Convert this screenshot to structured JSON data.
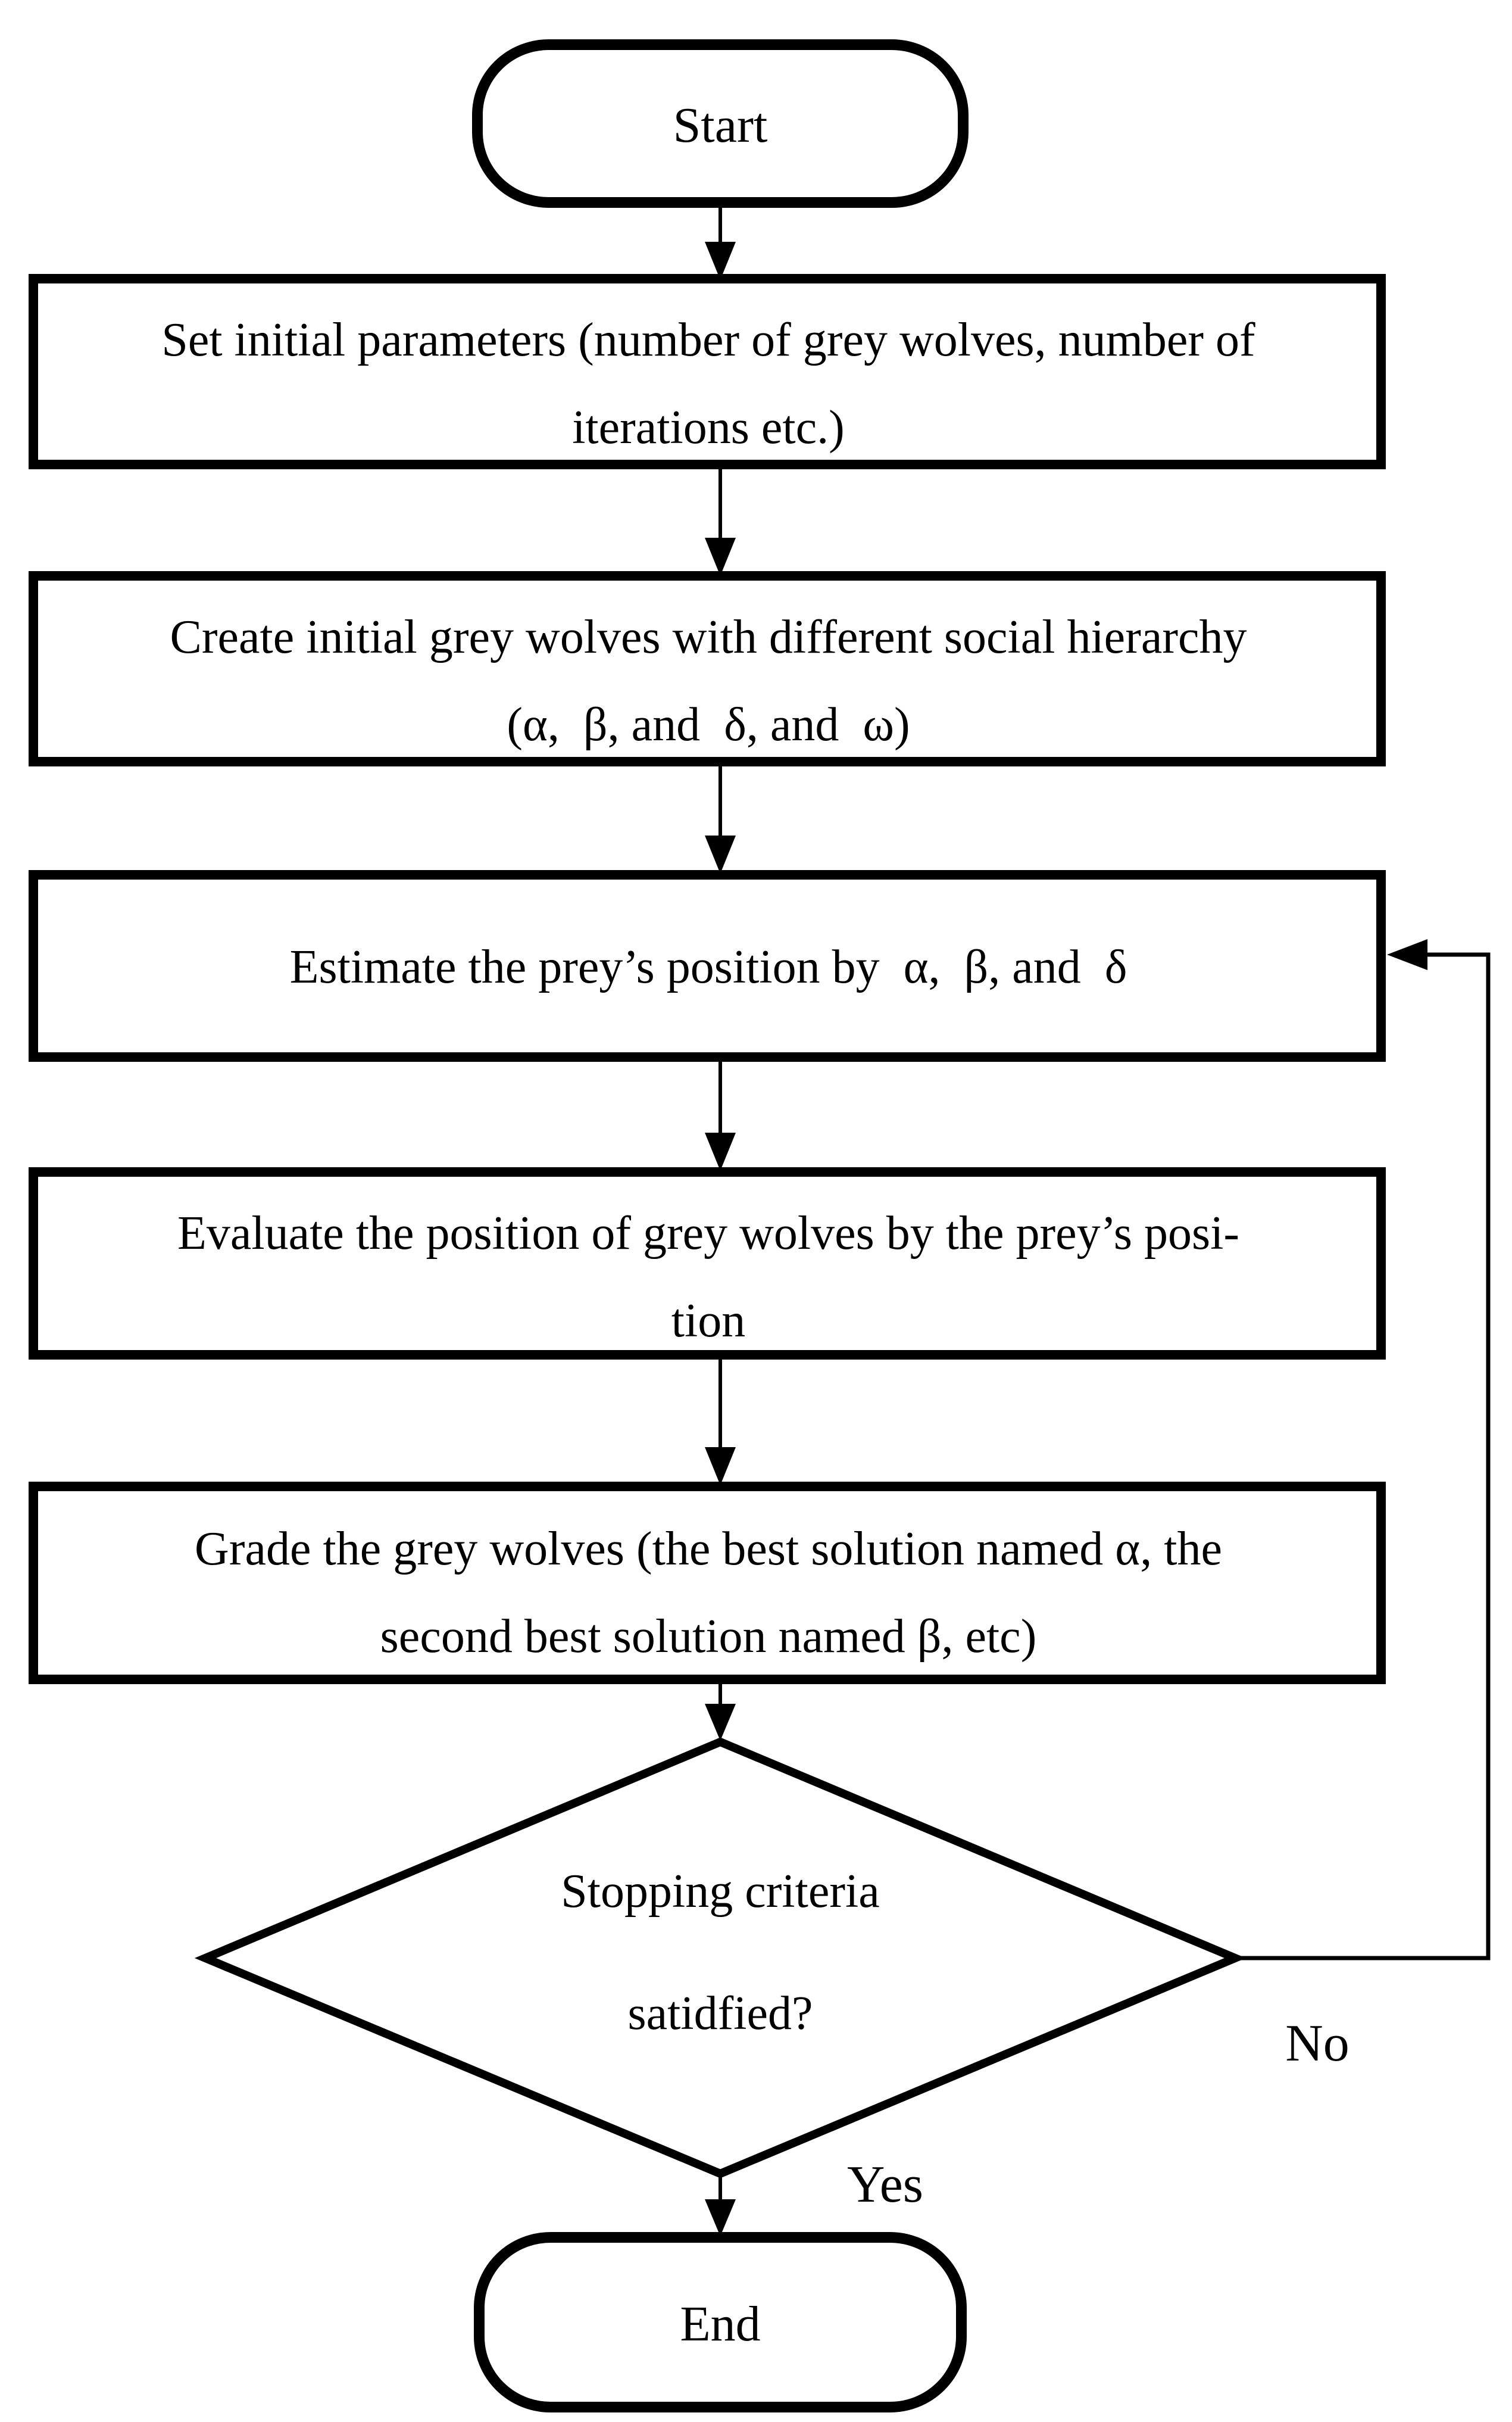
{
  "figure": {
    "type": "flowchart",
    "background_color": "#ffffff",
    "ink_color": "#000000"
  },
  "nodes": {
    "start": {
      "label": "Start"
    },
    "set_params": {
      "line1": "Set initial parameters (number of grey wolves, number of",
      "line2": "iterations etc.)"
    },
    "create_wolves": {
      "line1": "Create initial grey wolves with different social hierarchy",
      "line2": "(α,  β, and  δ, and  ω)"
    },
    "estimate": {
      "label": "Estimate the prey’s position by  α,  β, and  δ"
    },
    "evaluate": {
      "line1": "Evaluate the position of grey wolves by the prey’s posi-",
      "line2": "tion"
    },
    "grade": {
      "line1": "Grade the grey wolves (the best solution named α, the",
      "line2": "second best solution named β, etc)"
    },
    "decision": {
      "line1": "Stopping criteria",
      "line2": "satidfied?"
    },
    "end": {
      "label": "End"
    }
  },
  "edges": {
    "yes_label": "Yes",
    "no_label": "No"
  }
}
